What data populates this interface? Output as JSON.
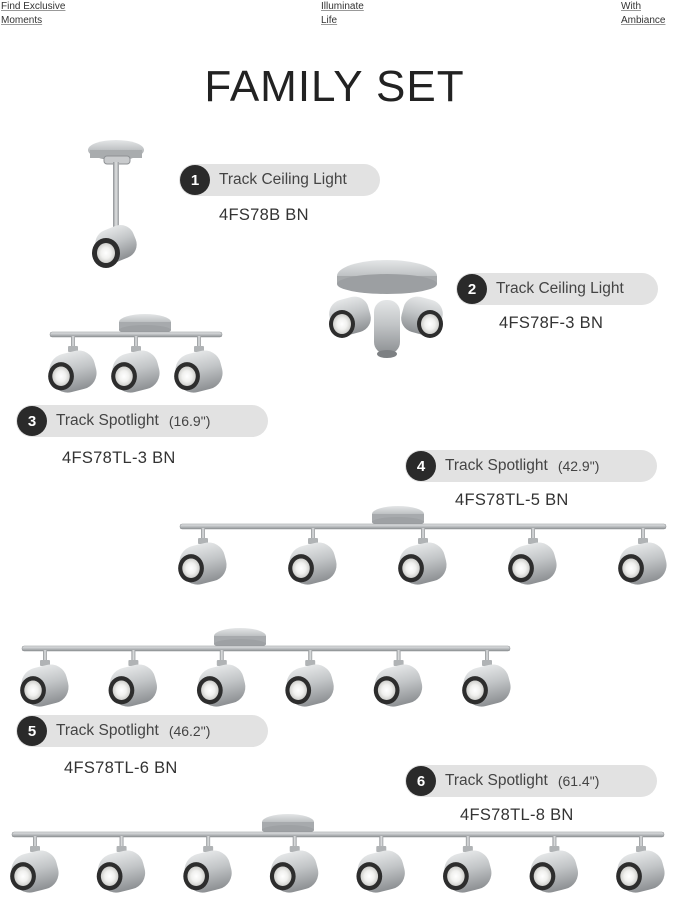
{
  "taglines": [
    {
      "line1": "Find Exclusive",
      "line2": "Moments"
    },
    {
      "line1": "Illuminate",
      "line2": "Life"
    },
    {
      "line1": "With",
      "line2": "Ambiance"
    }
  ],
  "title": "FAMILY SET",
  "products": [
    {
      "number": "1",
      "name": "Track Ceiling Light",
      "size": "",
      "model": "4FS78B BN",
      "heads": 1
    },
    {
      "number": "2",
      "name": "Track Ceiling Light",
      "size": "",
      "model": "4FS78F-3 BN",
      "heads": 3
    },
    {
      "number": "3",
      "name": "Track Spotlight",
      "size": "(16.9\")",
      "model": "4FS78TL-3 BN",
      "heads": 3
    },
    {
      "number": "4",
      "name": "Track Spotlight",
      "size": "(42.9\")",
      "model": "4FS78TL-5 BN",
      "heads": 5
    },
    {
      "number": "5",
      "name": "Track Spotlight",
      "size": "(46.2\")",
      "model": "4FS78TL-6 BN",
      "heads": 6
    },
    {
      "number": "6",
      "name": "Track Spotlight",
      "size": "(61.4\")",
      "model": "4FS78TL-8 BN",
      "heads": 8
    }
  ],
  "colors": {
    "brushed_nickel": "#b9bcbe",
    "badge": "#2a2a2a",
    "pill": "#e2e2e2"
  }
}
